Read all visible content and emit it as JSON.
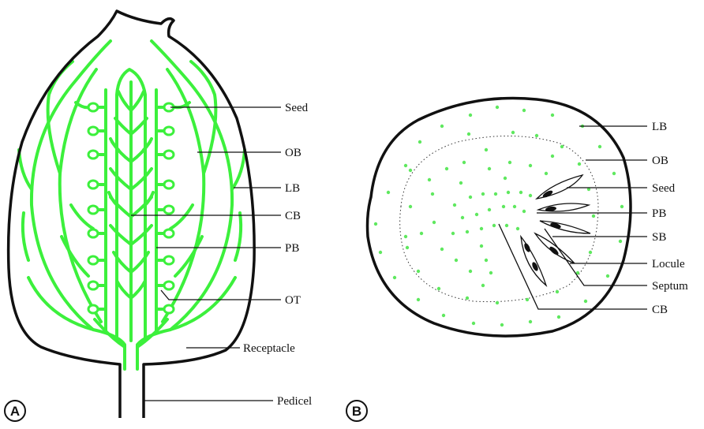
{
  "colors": {
    "outline": "#111111",
    "vascular": "#3cf03c",
    "dots": "#5fe85f",
    "leader": "#111111",
    "ovule_fill": "#111111"
  },
  "panel_a": {
    "letter": "A",
    "labels": {
      "seed": "Seed",
      "ob": "OB",
      "lb": "LB",
      "cb": "CB",
      "pb": "PB",
      "ot": "OT",
      "receptacle": "Receptacle",
      "pedicel": "Pedicel"
    }
  },
  "panel_b": {
    "letter": "B",
    "labels": {
      "lb": "LB",
      "ob": "OB",
      "seed": "Seed",
      "pb": "PB",
      "sb": "SB",
      "locule": "Locule",
      "septum": "Septum",
      "cb": "CB"
    }
  }
}
